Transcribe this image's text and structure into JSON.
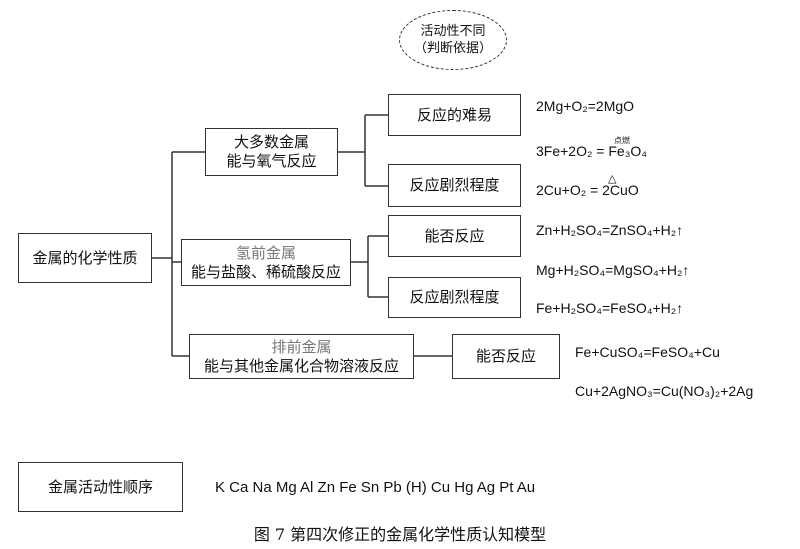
{
  "cloud": {
    "line1": "活动性不同",
    "line2": "（判断依据）"
  },
  "root": "金属的化学性质",
  "series_box": "金属活动性顺序",
  "series_text": "K Ca Na Mg Al Zn Fe Sn Pb (H) Cu Hg Ag Pt Au",
  "branch1": {
    "line1": "大多数金属",
    "line2": "能与氧气反应",
    "sub1": "反应的难易",
    "sub2": "反应剧烈程度"
  },
  "branch2": {
    "line1": "氢前金属",
    "line2": "能与盐酸、稀硫酸反应",
    "sub1": "能否反应",
    "sub2": "反应剧烈程度"
  },
  "branch3": {
    "line1": "排前金属",
    "line2": "能与其他金属化合物溶液反应",
    "sub1": "能否反应"
  },
  "equations": {
    "e1": "2Mg+O₂=2MgO",
    "e2": "3Fe+2O₂ = Fe₃O₄",
    "e2_condition": "点燃",
    "e3": "2Cu+O₂ = 2CuO",
    "e3_condition": "△",
    "e4": "Zn+H₂SO₄=ZnSO₄+H₂↑",
    "e5": "Mg+H₂SO₄=MgSO₄+H₂↑",
    "e6": "Fe+H₂SO₄=FeSO₄+H₂↑",
    "e7": "Fe+CuSO₄=FeSO₄+Cu",
    "e8": "Cu+2AgNO₃=Cu(NO₃)₂+2Ag"
  },
  "caption": "图 7 第四次修正的金属化学性质认知模型"
}
